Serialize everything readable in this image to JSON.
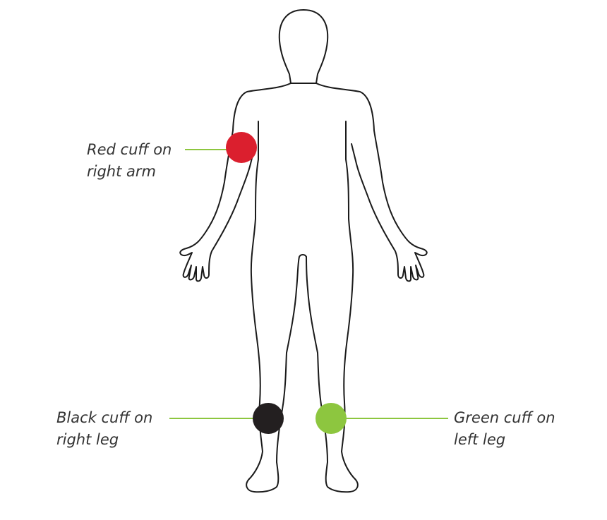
{
  "labels": {
    "red": {
      "line1": "Red cuff on",
      "line2": "right arm"
    },
    "black": {
      "line1": "Black cuff on",
      "line2": "right leg"
    },
    "green": {
      "line1": "Green cuff on",
      "line2": "left leg"
    }
  },
  "colors": {
    "red_cuff": "#db1f2e",
    "black_cuff": "#231f20",
    "green_cuff": "#8dc63f",
    "leader_line": "#8dc63f",
    "outline": "#1a1a1a"
  }
}
